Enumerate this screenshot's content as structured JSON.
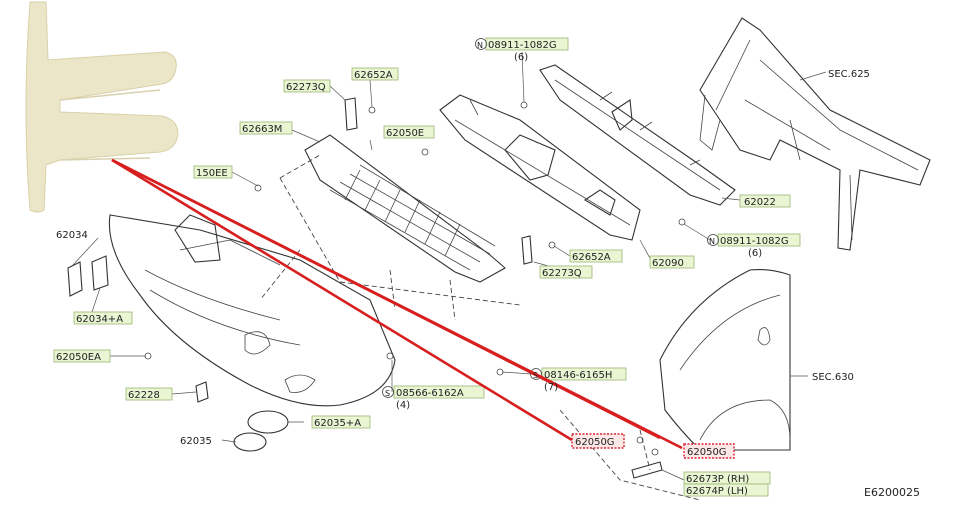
{
  "diagram": {
    "callouts_boxed": [
      "62273Q",
      "62652A",
      "62663M",
      "62050E",
      "150EE",
      "62022",
      "62034+A",
      "62050EA",
      "62228",
      "62652A",
      "62273Q",
      "62090",
      "08146-6165H",
      "08566-6162A",
      "62035+A",
      "08911-1082G",
      "08911-1082G",
      "62673P (RH)",
      "62674P (LH)"
    ],
    "labels": {
      "c_62273Q_top": "62273Q",
      "c_62652A_top": "62652A",
      "c_62663M": "62663M",
      "c_62050E": "62050E",
      "c_150EE": "150EE",
      "c_08911_top": "08911-1082G",
      "c_08911_top_qty": "(6)",
      "c_sec625": "SEC.625",
      "c_62022": "62022",
      "c_08911_bot": "08911-1082G",
      "c_08911_bot_qty": "(6)",
      "c_62034": "62034",
      "c_62034A": "62034+A",
      "c_62050EA": "62050EA",
      "c_62652A_mid": "62652A",
      "c_62273Q_mid": "62273Q",
      "c_62090": "62090",
      "c_08146": "08146-6165H",
      "c_08146_qty": "(7)",
      "c_sec630": "SEC.630",
      "c_62228": "62228",
      "c_08566": "08566-6162A",
      "c_08566_qty": "(4)",
      "c_62035": "62035",
      "c_62035A": "62035+A",
      "c_62050G_left": "62050G",
      "c_62050G_right": "62050G",
      "c_62673P": "62673P (RH)",
      "c_62674P": "62674P (LH)",
      "c_figure_id": "E6200025"
    },
    "bolt_prefix": "N",
    "screw_prefix": "S",
    "colors": {
      "highlight_line": "#d81f1f",
      "label_box_fill": "#e9f5d3",
      "label_box_stroke": "#9ab873",
      "clip_photo": "#ece6c8"
    }
  }
}
